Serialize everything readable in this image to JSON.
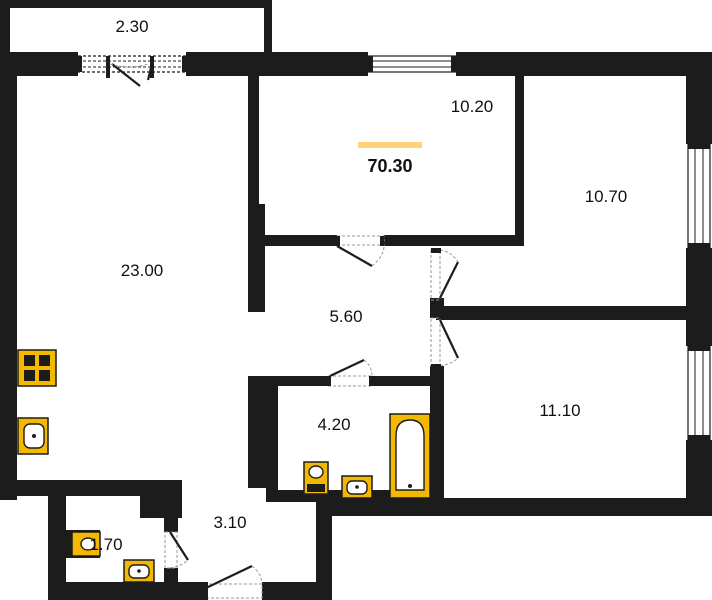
{
  "plan": {
    "total_area": "70.30",
    "rooms": [
      {
        "id": "balcony",
        "area": "2.30"
      },
      {
        "id": "bedroom-top",
        "area": "10.20"
      },
      {
        "id": "bedroom-right",
        "area": "10.70"
      },
      {
        "id": "kitchen-living",
        "area": "23.00"
      },
      {
        "id": "hall",
        "area": "5.60"
      },
      {
        "id": "bathroom",
        "area": "4.20"
      },
      {
        "id": "bedroom-bottom",
        "area": "11.10"
      },
      {
        "id": "wc",
        "area": "1.70"
      },
      {
        "id": "entry",
        "area": "3.10"
      }
    ]
  },
  "colors": {
    "wall": "#1c1c1c",
    "fixture": "#f5b800",
    "accent_bar": "#ffd27a",
    "background": "#ffffff"
  }
}
